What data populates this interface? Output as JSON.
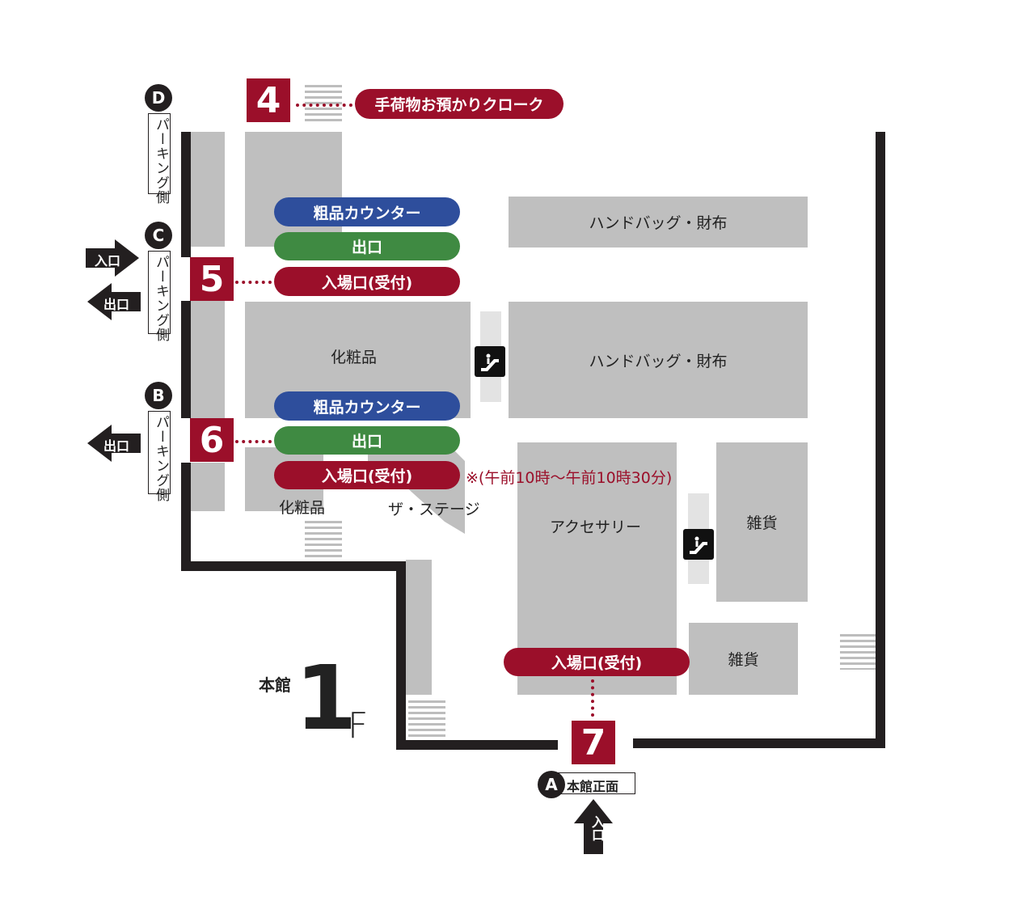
{
  "map": {
    "building_label": "本館",
    "floor_number": "1",
    "floor_suffix": "F",
    "gates": [
      {
        "number": "4",
        "label": "手荷物お預かりクローク"
      },
      {
        "number": "5"
      },
      {
        "number": "6"
      },
      {
        "number": "7"
      }
    ],
    "pills": {
      "gate5_gift": "粗品カウンター",
      "gate5_exit": "出口",
      "gate5_entry": "入場口(受付)",
      "gate6_gift": "粗品カウンター",
      "gate6_exit": "出口",
      "gate6_entry": "入場口(受付)",
      "gate7_entry": "入場口(受付)"
    },
    "note": "※(午前10時〜午前10時30分)",
    "areas": {
      "handbag1": "ハンドバッグ・財布",
      "handbag2": "ハンドバッグ・財布",
      "cosmetics1": "化粧品",
      "cosmetics2": "化粧品",
      "the_stage": "ザ・ステージ",
      "accessory": "アクセサリー",
      "goods1": "雑貨",
      "goods2": "雑貨"
    },
    "entrances": {
      "A": {
        "letter": "A",
        "label": "本館正面"
      },
      "B": {
        "letter": "B",
        "label": "パーキング側"
      },
      "C": {
        "letter": "C",
        "label": "パーキング側"
      },
      "D": {
        "letter": "D",
        "label": "パーキング側"
      }
    },
    "arrows": {
      "c_in": "入口",
      "c_out": "出口",
      "b_out": "出口",
      "a_in": "入口"
    },
    "colors": {
      "red": "#9b0f2a",
      "blue": "#2e4e9c",
      "green": "#3f8a42",
      "wall": "#231f20",
      "block": "#bfbfbf"
    },
    "icons": [
      "escalator-icon",
      "stairs-icon",
      "arrow-right-icon",
      "arrow-left-icon",
      "arrow-up-icon"
    ]
  }
}
